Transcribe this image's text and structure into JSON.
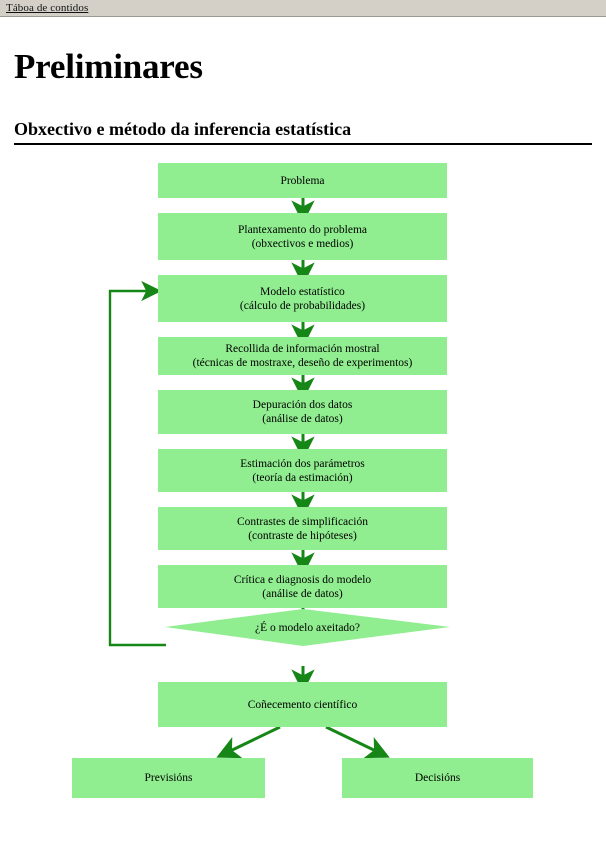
{
  "toolbar": {
    "contents_link": "Táboa de contidos"
  },
  "document": {
    "title": "Preliminares",
    "section_title": "Obxectivo e método da inferencia estatística"
  },
  "colors": {
    "node_fill": "#90ee90",
    "arrow": "#168716",
    "toolbar_bg": "#d4d0c8",
    "page_bg": "#ffffff",
    "text": "#000000"
  },
  "flowchart": {
    "type": "flowchart",
    "orientation": "top-to-bottom",
    "nodes": [
      {
        "id": "problema",
        "shape": "rect",
        "line1": "Problema",
        "line2": ""
      },
      {
        "id": "plantexamento",
        "shape": "rect",
        "line1": "Plantexamento do problema",
        "line2": "(obxectivos e medios)"
      },
      {
        "id": "modelo",
        "shape": "rect",
        "line1": "Modelo estatístico",
        "line2": "(cálculo de probabilidades)"
      },
      {
        "id": "recollida",
        "shape": "rect",
        "line1": "Recollida de información mostral",
        "line2": "(técnicas de mostraxe, deseño de experimentos)"
      },
      {
        "id": "depuracion",
        "shape": "rect",
        "line1": "Depuración dos datos",
        "line2": "(análise de datos)"
      },
      {
        "id": "estimacion",
        "shape": "rect",
        "line1": "Estimación dos parámetros",
        "line2": "(teoría da estimación)"
      },
      {
        "id": "contrastes",
        "shape": "rect",
        "line1": "Contrastes de simplificación",
        "line2": "(contraste de hipóteses)"
      },
      {
        "id": "critica",
        "shape": "rect",
        "line1": "Crítica e diagnosis do modelo",
        "line2": "(análise de datos)"
      },
      {
        "id": "decision",
        "shape": "diamond",
        "line1": "¿É o modelo axeitado?",
        "line2": ""
      },
      {
        "id": "conecemento",
        "shape": "rect",
        "line1": "Coñecemento científico",
        "line2": ""
      },
      {
        "id": "previsions",
        "shape": "rect",
        "line1": "Previsións",
        "line2": ""
      },
      {
        "id": "decisions",
        "shape": "rect",
        "line1": "Decisións",
        "line2": ""
      }
    ],
    "edges": [
      {
        "from": "problema",
        "to": "plantexamento",
        "kind": "straight-down"
      },
      {
        "from": "plantexamento",
        "to": "modelo",
        "kind": "straight-down"
      },
      {
        "from": "modelo",
        "to": "recollida",
        "kind": "straight-down"
      },
      {
        "from": "recollida",
        "to": "depuracion",
        "kind": "straight-down"
      },
      {
        "from": "depuracion",
        "to": "estimacion",
        "kind": "straight-down"
      },
      {
        "from": "estimacion",
        "to": "contrastes",
        "kind": "straight-down"
      },
      {
        "from": "contrastes",
        "to": "critica",
        "kind": "straight-down"
      },
      {
        "from": "critica",
        "to": "decision",
        "kind": "straight-down"
      },
      {
        "from": "decision",
        "to": "modelo",
        "kind": "feedback-loop-left"
      },
      {
        "from": "decision",
        "to": "conecemento",
        "kind": "straight-down"
      },
      {
        "from": "conecemento",
        "to": "previsions",
        "kind": "diagonal-left"
      },
      {
        "from": "conecemento",
        "to": "decisions",
        "kind": "diagonal-right"
      }
    ]
  }
}
